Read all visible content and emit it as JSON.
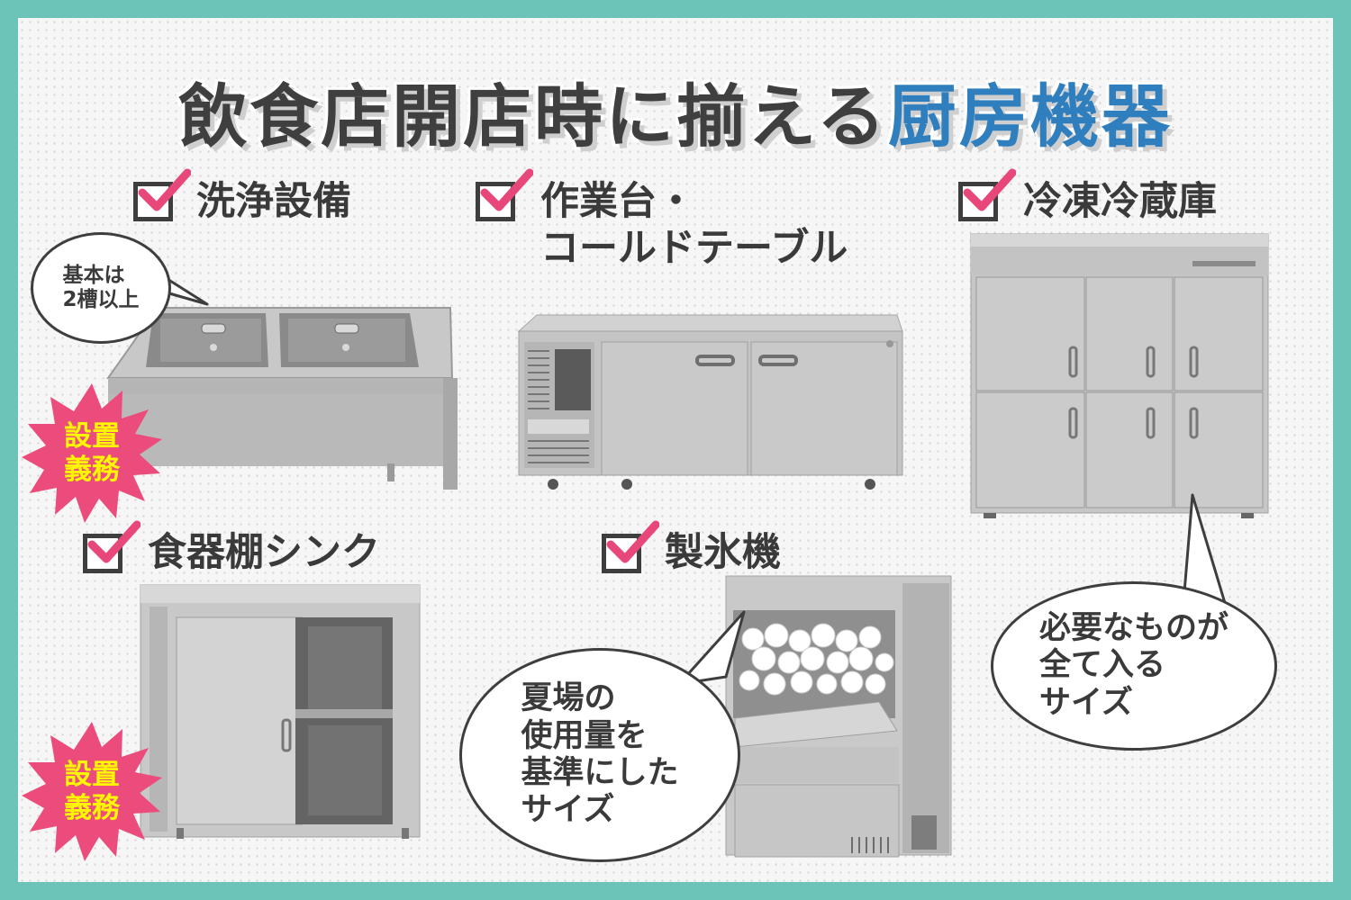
{
  "title": {
    "part1": "飲食店開店時に揃える",
    "part2": "厨房機器"
  },
  "items": [
    {
      "label": "洗浄設備"
    },
    {
      "label": "作業台・\nコールドテーブル"
    },
    {
      "label": "冷凍冷蔵庫"
    },
    {
      "label": "食器棚シンク"
    },
    {
      "label": "製氷機"
    }
  ],
  "bubbles": {
    "sink": "基本は\n2槽以上",
    "ice": "夏場の\n使用量を\n基準にした\nサイズ",
    "fridge": "必要なものが\n全て入る\nサイズ"
  },
  "badges": {
    "sink": "設置\n義務",
    "cabinet": "設置\n義務"
  },
  "colors": {
    "frame": "#6cc4b9",
    "accent_blue": "#2f7fbf",
    "check_pink": "#e8477a",
    "badge_pink": "#ec4c7c",
    "badge_text": "#fff700",
    "text_dark": "#3a3a3a"
  },
  "icons": [
    "checkbox-icon",
    "checkmark-icon",
    "starburst-icon"
  ]
}
